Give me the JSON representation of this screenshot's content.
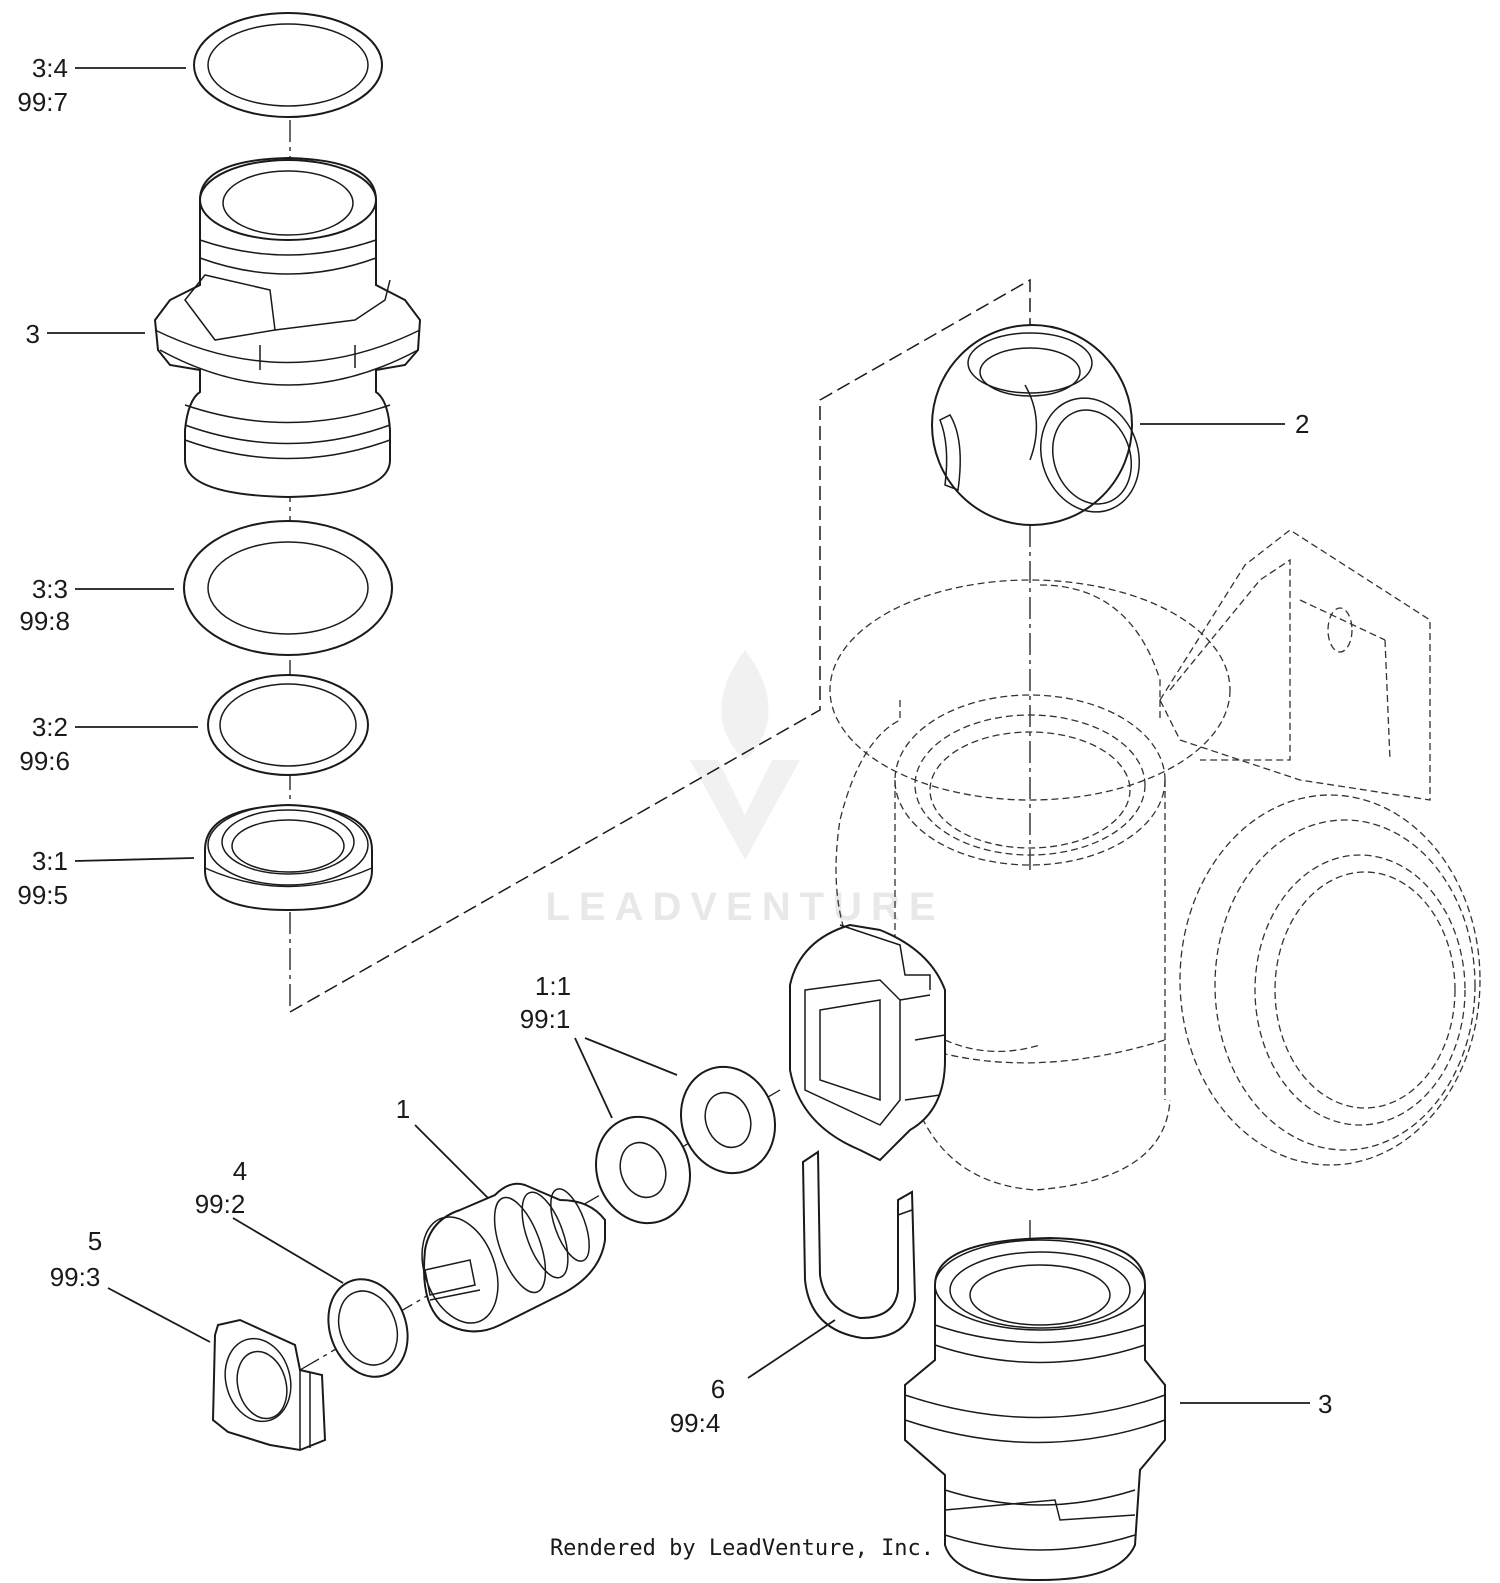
{
  "callouts": {
    "c_3_4": "3:4",
    "c_99_7": "99:7",
    "c_3_top": "3",
    "c_2": "2",
    "c_3_3": "3:3",
    "c_99_8": "99:8",
    "c_3_2": "3:2",
    "c_99_6": "99:6",
    "c_3_1": "3:1",
    "c_99_5": "99:5",
    "c_1_1": "1:1",
    "c_99_1": "99:1",
    "c_1": "1",
    "c_4": "4",
    "c_99_2": "99:2",
    "c_5": "5",
    "c_99_3": "99:3",
    "c_6": "6",
    "c_99_4": "99:4",
    "c_3_bottom": "3"
  },
  "watermark": "LEADVENTURE",
  "credit": "Rendered by LeadVenture, Inc."
}
